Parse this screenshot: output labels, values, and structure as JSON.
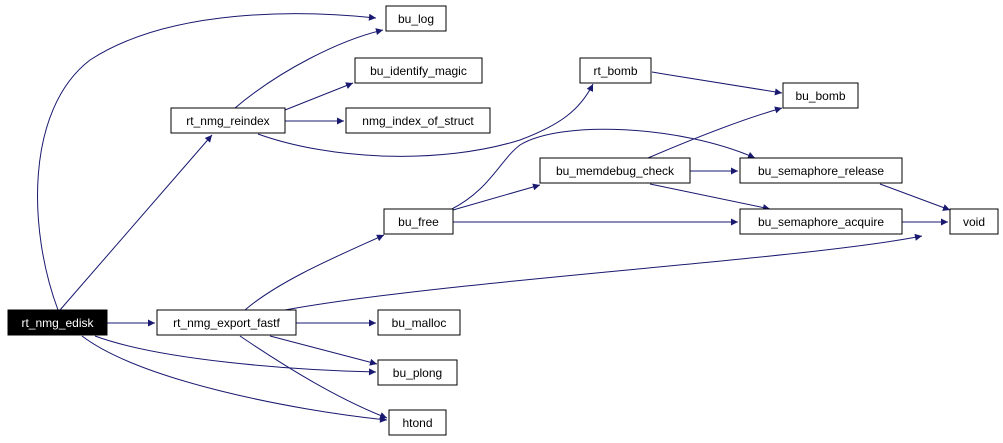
{
  "graph": {
    "nodes": {
      "rt_nmg_edisk": "rt_nmg_edisk",
      "bu_log": "bu_log",
      "bu_identify_magic": "bu_identify_magic",
      "rt_bomb": "rt_bomb",
      "rt_nmg_reindex": "rt_nmg_reindex",
      "nmg_index_of_struct": "nmg_index_of_struct",
      "bu_bomb": "bu_bomb",
      "bu_memdebug_check": "bu_memdebug_check",
      "bu_semaphore_release": "bu_semaphore_release",
      "bu_free": "bu_free",
      "bu_semaphore_acquire": "bu_semaphore_acquire",
      "void": "void",
      "rt_nmg_export_fastf": "rt_nmg_export_fastf",
      "bu_malloc": "bu_malloc",
      "bu_plong": "bu_plong",
      "htond": "htond"
    },
    "edges": [
      [
        "rt_nmg_edisk",
        "bu_log"
      ],
      [
        "rt_nmg_edisk",
        "rt_nmg_reindex"
      ],
      [
        "rt_nmg_edisk",
        "rt_nmg_export_fastf"
      ],
      [
        "rt_nmg_edisk",
        "bu_plong"
      ],
      [
        "rt_nmg_edisk",
        "htond"
      ],
      [
        "rt_nmg_reindex",
        "bu_log"
      ],
      [
        "rt_nmg_reindex",
        "bu_identify_magic"
      ],
      [
        "rt_nmg_reindex",
        "nmg_index_of_struct"
      ],
      [
        "rt_nmg_reindex",
        "rt_bomb"
      ],
      [
        "rt_bomb",
        "bu_bomb"
      ],
      [
        "rt_nmg_export_fastf",
        "bu_free"
      ],
      [
        "rt_nmg_export_fastf",
        "void"
      ],
      [
        "rt_nmg_export_fastf",
        "bu_malloc"
      ],
      [
        "rt_nmg_export_fastf",
        "bu_plong"
      ],
      [
        "rt_nmg_export_fastf",
        "htond"
      ],
      [
        "bu_free",
        "bu_memdebug_check"
      ],
      [
        "bu_free",
        "bu_semaphore_release"
      ],
      [
        "bu_free",
        "bu_semaphore_acquire"
      ],
      [
        "bu_memdebug_check",
        "bu_bomb"
      ],
      [
        "bu_memdebug_check",
        "bu_semaphore_release"
      ],
      [
        "bu_memdebug_check",
        "bu_semaphore_acquire"
      ],
      [
        "bu_semaphore_release",
        "void"
      ],
      [
        "bu_semaphore_acquire",
        "void"
      ]
    ]
  },
  "colors": {
    "edge": "#191970",
    "root_fill": "#000000",
    "root_text": "#ffffff",
    "node_border": "#000000"
  }
}
